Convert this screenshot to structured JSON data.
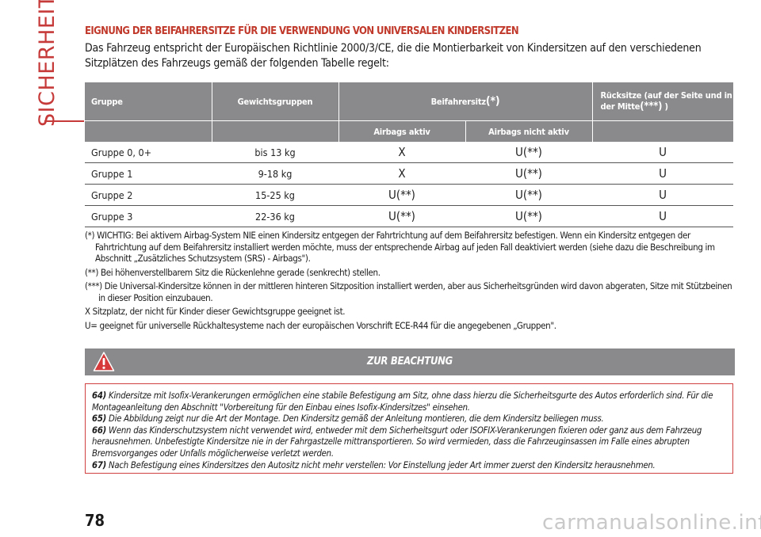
{
  "side_label": "SICHERHEIT",
  "heading": "EIGNUNG DER BEIFAHRERSITZE FÜR DIE VERWENDUNG VON UNIVERSALEN KINDERSITZEN",
  "intro": "Das Fahrzeug entspricht der Europäischen Richtlinie 2000/3/CE, die die Montierbarkeit von Kindersitzen auf den verschiedenen Sitzplätzen des Fahrzeugs gemäß der folgenden Tabelle regelt:",
  "table": {
    "headers": {
      "gruppe": "Gruppe",
      "gewicht": "Gewichtsgruppen",
      "beifahrer": "Beifahrersitz",
      "beifahrer_mark": "(*)",
      "ruecksitze": "Rücksitze (auf der Seite und in der Mitte",
      "ruecksitze_mark": "(***)",
      "ruecksitze_end": " )",
      "airbag_aktiv": "Airbags aktiv",
      "airbag_nicht_aktiv": "Airbags nicht aktiv"
    },
    "rows": [
      {
        "gruppe": "Gruppe 0, 0+",
        "gewicht": "bis 13 kg",
        "aktiv": "X",
        "nicht_aktiv": "U(**)",
        "rueck": "U"
      },
      {
        "gruppe": "Gruppe 1",
        "gewicht": "9-18 kg",
        "aktiv": "X",
        "nicht_aktiv": "U(**)",
        "rueck": "U"
      },
      {
        "gruppe": "Gruppe 2",
        "gewicht": "15-25 kg",
        "aktiv": "U(**)",
        "nicht_aktiv": "U(**)",
        "rueck": "U"
      },
      {
        "gruppe": "Gruppe 3",
        "gewicht": "22-36 kg",
        "aktiv": "U(**)",
        "nicht_aktiv": "U(**)",
        "rueck": "U"
      }
    ]
  },
  "footnotes": {
    "f1": "(*) WICHTIG: Bei aktivem Airbag-System NIE einen Kindersitz entgegen der Fahrtrichtung auf dem Beifahrersitz befestigen. Wenn ein Kindersitz entgegen der",
    "f1b": "Fahrtrichtung auf dem Beifahrersitz installiert werden möchte, muss der entsprechende Airbag auf jeden Fall deaktiviert werden (siehe dazu die Beschreibung im",
    "f1c": "Abschnitt „Zusätzliches Schutzsystem (SRS) - Airbags\").",
    "f2": "(**) Bei höhenverstellbarem Sitz die Rückenlehne gerade (senkrecht) stellen.",
    "f3": "(***) Die Universal-Kindersitze können in der mittleren hinteren Sitzposition installiert werden, aber aus Sicherheitsgründen wird davon abgeraten, Sitze mit Stützbeinen",
    "f3b": "in dieser Position einzubauen.",
    "f4": "X Sitzplatz, der nicht für Kinder dieser Gewichtsgruppe geeignet ist.",
    "f5": "U= geeignet für universelle Rückhaltesysteme nach der europäischen Vorschrift ECE-R44 für die angegebenen „Gruppen\"."
  },
  "warning": {
    "title": "ZUR BEACHTUNG",
    "items": [
      {
        "num": "64)",
        "text": "Kindersitze mit Isofix-Verankerungen ermöglichen eine stabile Befestigung am Sitz, ohne dass hierzu die Sicherheitsgurte des Autos erforderlich sind. Für die Montageanleitung den Abschnitt \"Vorbereitung für den Einbau eines Isofix-Kindersitzes\" einsehen."
      },
      {
        "num": "65)",
        "text": "Die Abbildung zeigt nur die Art der Montage. Den Kindersitz gemäß der Anleitung montieren, die dem Kindersitz beiliegen muss."
      },
      {
        "num": "66)",
        "text": "Wenn das Kinderschutzsystem nicht verwendet wird, entweder mit dem Sicherheitsgurt oder ISOFIX-Verankerungen fixieren oder ganz aus dem Fahrzeug herausnehmen. Unbefestigte Kindersitze nie in der Fahrgastzelle mittransportieren. So wird vermieden, dass die Fahrzeuginsassen im Falle eines abrupten Bremsvorganges oder Unfalls möglicherweise verletzt werden."
      },
      {
        "num": "67)",
        "text": "Nach Befestigung eines Kindersitzes den Autositz nicht mehr verstellen: Vor Einstellung jeder Art immer zuerst den Kindersitz herausnehmen."
      }
    ]
  },
  "page_number": "78",
  "watermark": "carmanualsonline.info"
}
